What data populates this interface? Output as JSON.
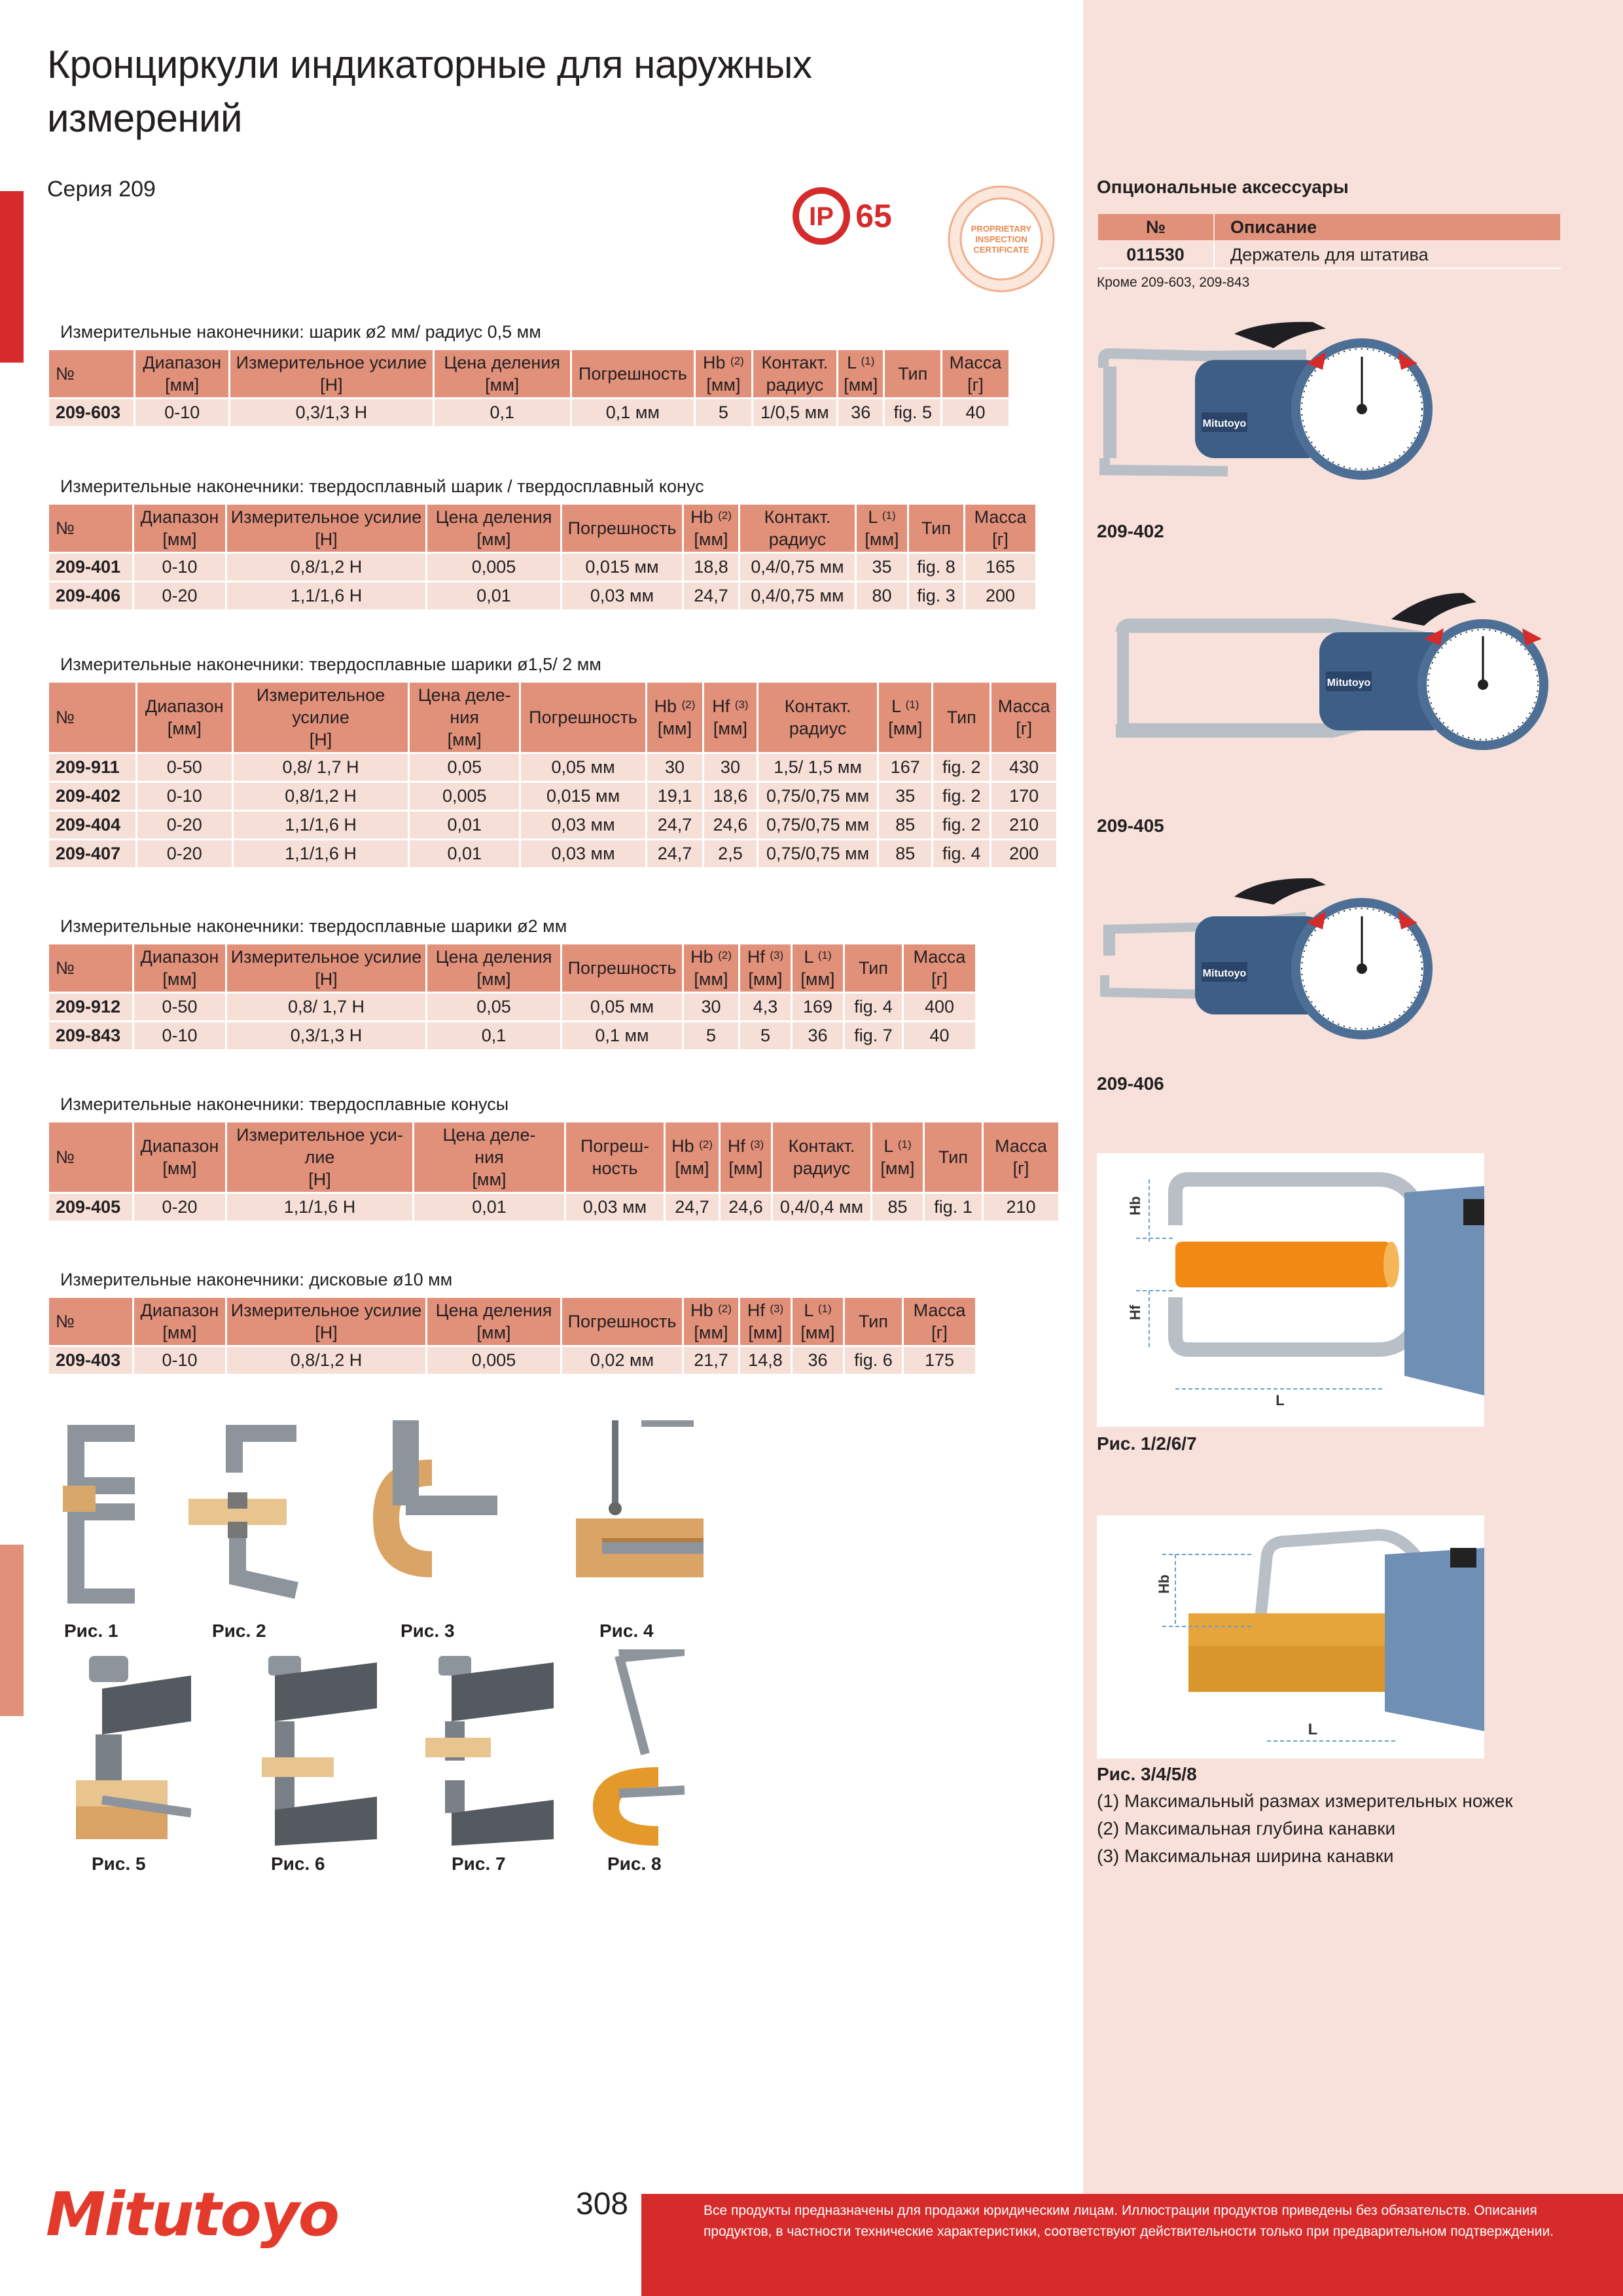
{
  "page": {
    "title": "Кронциркули индикаторные для наружных измерений",
    "series": "Серия 209",
    "page_number": "308",
    "brand": "Mitutoyo",
    "footer_note": "Все продукты предназначены для продажи юридическим лицам. Иллюстрации продуктов приведены без обязательств. Описания продуктов, в частности технические характеристики, соответствуют действительности только при предварительном подтверждении."
  },
  "badges": {
    "ip_left": "IP",
    "ip_right": "65",
    "cert_line1": "PROPRIETARY",
    "cert_line2": "INSPECTION",
    "cert_line3": "CERTIFICATE"
  },
  "colors": {
    "accent_red": "#d52b2b",
    "table_header": "#e1907a",
    "table_row": "#f6dfd7",
    "panel": "#f7e1da"
  },
  "accessories": {
    "title": "Опциональные аксессуары",
    "headers": [
      "№",
      "Описание"
    ],
    "rows": [
      [
        "011530",
        "Держатель для штатива"
      ]
    ],
    "note": "Кроме 209-603, 209-843"
  },
  "tables": [
    {
      "caption": "Измерительные наконечники: шарик ø2 мм/ радиус 0,5 мм",
      "headers": [
        "№",
        "Диапазон [мм]",
        "Измерительное усилие [Н]",
        "Цена деления [мм]",
        "Погрешность",
        "Hb (2) [мм]",
        "Контакт. радиус",
        "L (1) [мм]",
        "Тип",
        "Масса [г]"
      ],
      "rows": [
        [
          "209-603",
          "0-10",
          "0,3/1,3 Н",
          "0,1",
          "0,1 мм",
          "5",
          "1/0,5 мм",
          "36",
          "fig. 5",
          "40"
        ]
      ]
    },
    {
      "caption": "Измерительные наконечники: твердосплавный шарик / твердосплавный конус",
      "headers": [
        "№",
        "Диапазон [мм]",
        "Измерительное усилие [Н]",
        "Цена деления [мм]",
        "Погрешность",
        "Hb (2) [мм]",
        "Контакт. радиус",
        "L (1) [мм]",
        "Тип",
        "Масса [г]"
      ],
      "rows": [
        [
          "209-401",
          "0-10",
          "0,8/1,2 Н",
          "0,005",
          "0,015 мм",
          "18,8",
          "0,4/0,75 мм",
          "35",
          "fig. 8",
          "165"
        ],
        [
          "209-406",
          "0-20",
          "1,1/1,6 Н",
          "0,01",
          "0,03 мм",
          "24,7",
          "0,4/0,75 мм",
          "80",
          "fig. 3",
          "200"
        ]
      ]
    },
    {
      "caption": "Измерительные наконечники: твердосплавные шарики ø1,5/ 2 мм",
      "headers": [
        "№",
        "Диапазон [мм]",
        "Измерительное усилие [Н]",
        "Цена деления [мм]",
        "Погрешность",
        "Hb (2) [мм]",
        "Hf (3) [мм]",
        "Контакт. радиус",
        "L (1) [мм]",
        "Тип",
        "Масса [г]"
      ],
      "rows": [
        [
          "209-911",
          "0-50",
          "0,8/ 1,7 Н",
          "0,05",
          "0,05 мм",
          "30",
          "30",
          "1,5/ 1,5 мм",
          "167",
          "fig. 2",
          "430"
        ],
        [
          "209-402",
          "0-10",
          "0,8/1,2 Н",
          "0,005",
          "0,015 мм",
          "19,1",
          "18,6",
          "0,75/0,75 мм",
          "35",
          "fig. 2",
          "170"
        ],
        [
          "209-404",
          "0-20",
          "1,1/1,6 Н",
          "0,01",
          "0,03 мм",
          "24,7",
          "24,6",
          "0,75/0,75 мм",
          "85",
          "fig. 2",
          "210"
        ],
        [
          "209-407",
          "0-20",
          "1,1/1,6 Н",
          "0,01",
          "0,03 мм",
          "24,7",
          "2,5",
          "0,75/0,75 мм",
          "85",
          "fig. 4",
          "200"
        ]
      ]
    },
    {
      "caption": "Измерительные наконечники: твердосплавные шарики ø2 мм",
      "headers": [
        "№",
        "Диапазон [мм]",
        "Измерительное усилие [Н]",
        "Цена деления [мм]",
        "Погрешность",
        "Hb (2) [мм]",
        "Hf (3) [мм]",
        "L (1) [мм]",
        "Тип",
        "Масса [г]"
      ],
      "rows": [
        [
          "209-912",
          "0-50",
          "0,8/ 1,7 Н",
          "0,05",
          "0,05 мм",
          "30",
          "4,3",
          "169",
          "fig. 4",
          "400"
        ],
        [
          "209-843",
          "0-10",
          "0,3/1,3 Н",
          "0,1",
          "0,1 мм",
          "5",
          "5",
          "36",
          "fig. 7",
          "40"
        ]
      ]
    },
    {
      "caption": "Измерительные наконечники: твердосплавные конусы",
      "headers": [
        "№",
        "Диапазон [мм]",
        "Измерительное усилие [Н]",
        "Цена деления [мм]",
        "Погрешность",
        "Hb (2) [мм]",
        "Hf (3) [мм]",
        "Контакт. радиус",
        "L (1) [мм]",
        "Тип",
        "Масса [г]"
      ],
      "rows": [
        [
          "209-405",
          "0-20",
          "1,1/1,6 Н",
          "0,01",
          "0,03 мм",
          "24,7",
          "24,6",
          "0,4/0,4 мм",
          "85",
          "fig. 1",
          "210"
        ]
      ]
    },
    {
      "caption": "Измерительные наконечники: дисковые ø10 мм",
      "headers": [
        "№",
        "Диапазон [мм]",
        "Измерительное усилие [Н]",
        "Цена деления [мм]",
        "Погрешность",
        "Hb (2) [мм]",
        "Hf (3) [мм]",
        "L (1) [мм]",
        "Тип",
        "Масса [г]"
      ],
      "rows": [
        [
          "209-403",
          "0-10",
          "0,8/1,2 Н",
          "0,005",
          "0,02 мм",
          "21,7",
          "14,8",
          "36",
          "fig. 6",
          "175"
        ]
      ]
    }
  ],
  "products": [
    {
      "label": "209-402"
    },
    {
      "label": "209-405"
    },
    {
      "label": "209-406"
    }
  ],
  "diagrams": {
    "d1_caption": "Рис. 1/2/6/7",
    "d2_caption": "Рис. 3/4/5/8",
    "hb": "Hb",
    "hf": "Hf",
    "l": "L",
    "notes": [
      "(1) Максимальный размах измерительных ножек",
      "(2) Максимальная глубина канавки",
      "(3) Максимальная ширина канавки"
    ]
  },
  "figures": [
    "Рис. 1",
    "Рис. 2",
    "Рис. 3",
    "Рис. 4",
    "Рис. 5",
    "Рис. 6",
    "Рис. 7",
    "Рис. 8"
  ]
}
